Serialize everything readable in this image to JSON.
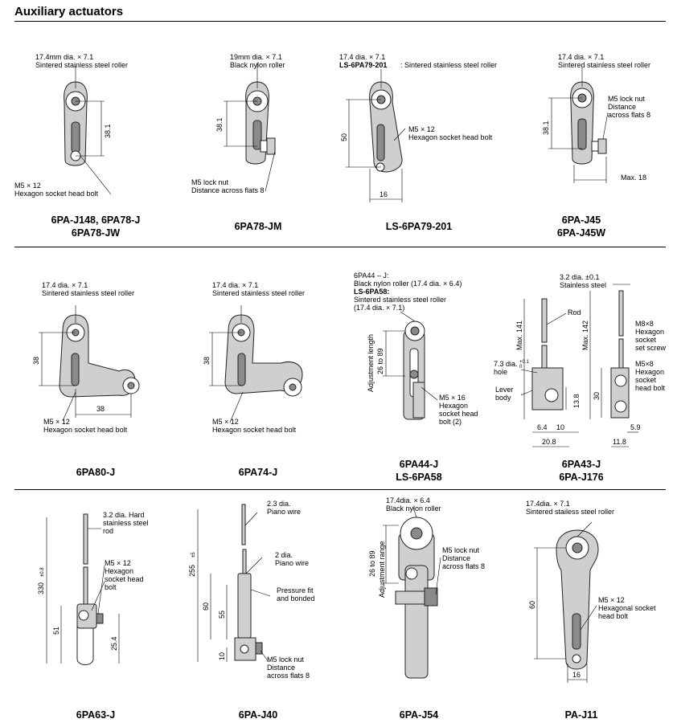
{
  "section_title": "Auxiliary actuators",
  "actuators": [
    {
      "model_lines": [
        "6PA-J148, 6PA78-J",
        "6PA78-JW"
      ],
      "notes": [
        [
          "17.4mm dia. × 7.1",
          "Sintered stainless steel roller"
        ],
        [
          "M5 × 12",
          "Hexagon socket head bolt"
        ]
      ],
      "dims": [
        "38.1"
      ]
    },
    {
      "model_lines": [
        "6PA78-JM"
      ],
      "notes": [
        [
          "19mm dia. × 7.1",
          "Black nylon roller"
        ],
        [
          "M5 lock nut",
          "Distance across flats 8"
        ]
      ],
      "dims": [
        "38.1"
      ]
    },
    {
      "model_lines": [
        "LS-6PA79-201"
      ],
      "notes": [
        [
          "17.4 dia. × 7.1",
          "LS-6PA79-201",
          ": Sintered stainless steel roller"
        ],
        [
          "M5 × 12",
          "Hexagon socket head bolt"
        ]
      ],
      "dims": [
        "50",
        "16"
      ]
    },
    {
      "model_lines": [
        "6PA-J45",
        "6PA-J45W"
      ],
      "notes": [
        [
          "17.4 dia. × 7.1",
          "Sintered stainless steel roller"
        ],
        [
          "M5 lock nut",
          "Distance",
          "across flats 8"
        ]
      ],
      "dims": [
        "38.1",
        "Max. 18"
      ]
    },
    {
      "model_lines": [
        "6PA80-J"
      ],
      "notes": [
        [
          "17.4 dia. × 7.1",
          "Sintered stainless steel roller"
        ],
        [
          "M5 × 12",
          "Hexagon socket head bolt"
        ]
      ],
      "dims": [
        "38",
        "38"
      ]
    },
    {
      "model_lines": [
        "6PA74-J"
      ],
      "notes": [
        [
          "17.4 dia. × 7.1",
          "Sintered stainless steel roller"
        ],
        [
          "M5 × 12",
          "Hexagon socket head bolt"
        ]
      ],
      "dims": [
        "38"
      ]
    },
    {
      "model_lines": [
        "6PA44-J",
        "LS-6PA58"
      ],
      "notes": [
        [
          "6PA44 – J:",
          "Black nylon roller (17.4 dia. × 6.4)",
          "LS-6PA58:",
          "Sintered stainless steel roller",
          "(17.4 dia. × 7.1)"
        ],
        [
          "M5 × 16",
          "Hexagon",
          "socket head",
          "bolt (2)"
        ]
      ],
      "dims": [
        "Adjustment length",
        "26 to 89"
      ]
    },
    {
      "model_lines": [
        "6PA43-J",
        "6PA-J176"
      ],
      "notes": [
        [
          "3.2 dia. ±0.1",
          "Stainless steel"
        ],
        [
          "Rod"
        ],
        [
          "7.3 dia.",
          "+0.1",
          "0",
          "hole"
        ],
        [
          "Lever",
          "body"
        ],
        [
          "M8×8",
          "Hexagon",
          "socket",
          "set screw"
        ],
        [
          "M5×8",
          "Hexagon",
          "socket",
          "head bolt"
        ]
      ],
      "dims": [
        "Max. 141",
        "Max. 142",
        "13.8",
        "30",
        "6.4",
        "10",
        "20.8",
        "11.8",
        "5.9"
      ]
    },
    {
      "model_lines": [
        "6PA63-J"
      ],
      "notes": [
        [
          "3.2 dia. Hard",
          "stainless steel",
          "rod"
        ],
        [
          "M5 × 12",
          "Hexagon",
          "socket head",
          "bolt"
        ]
      ],
      "dims": [
        "330",
        "±0.8",
        "51",
        "25.4"
      ]
    },
    {
      "model_lines": [
        "6PA-J40"
      ],
      "notes": [
        [
          "2.3 dia.",
          "Piano wire"
        ],
        [
          "2 dia.",
          "Piano wire"
        ],
        [
          "Pressure fit",
          "and bonded"
        ],
        [
          "M5 lock nut",
          "Distance",
          "across flats 8"
        ]
      ],
      "dims": [
        "255",
        "±5",
        "60",
        "55",
        "10"
      ]
    },
    {
      "model_lines": [
        "6PA-J54"
      ],
      "notes": [
        [
          "17.4dia. × 6.4",
          "Black nylon roller"
        ],
        [
          "M5 lock nut",
          "Distance",
          "across flats 8"
        ]
      ],
      "dims": [
        "26 to 89",
        "Adjustment range"
      ]
    },
    {
      "model_lines": [
        "PA-J11"
      ],
      "notes": [
        [
          "17.4dia. × 7.1",
          "Sintered stailess steel roller"
        ],
        [
          "M5 × 12",
          "Hexagonal socket",
          "head bolt"
        ]
      ],
      "dims": [
        "60",
        "16"
      ]
    }
  ]
}
